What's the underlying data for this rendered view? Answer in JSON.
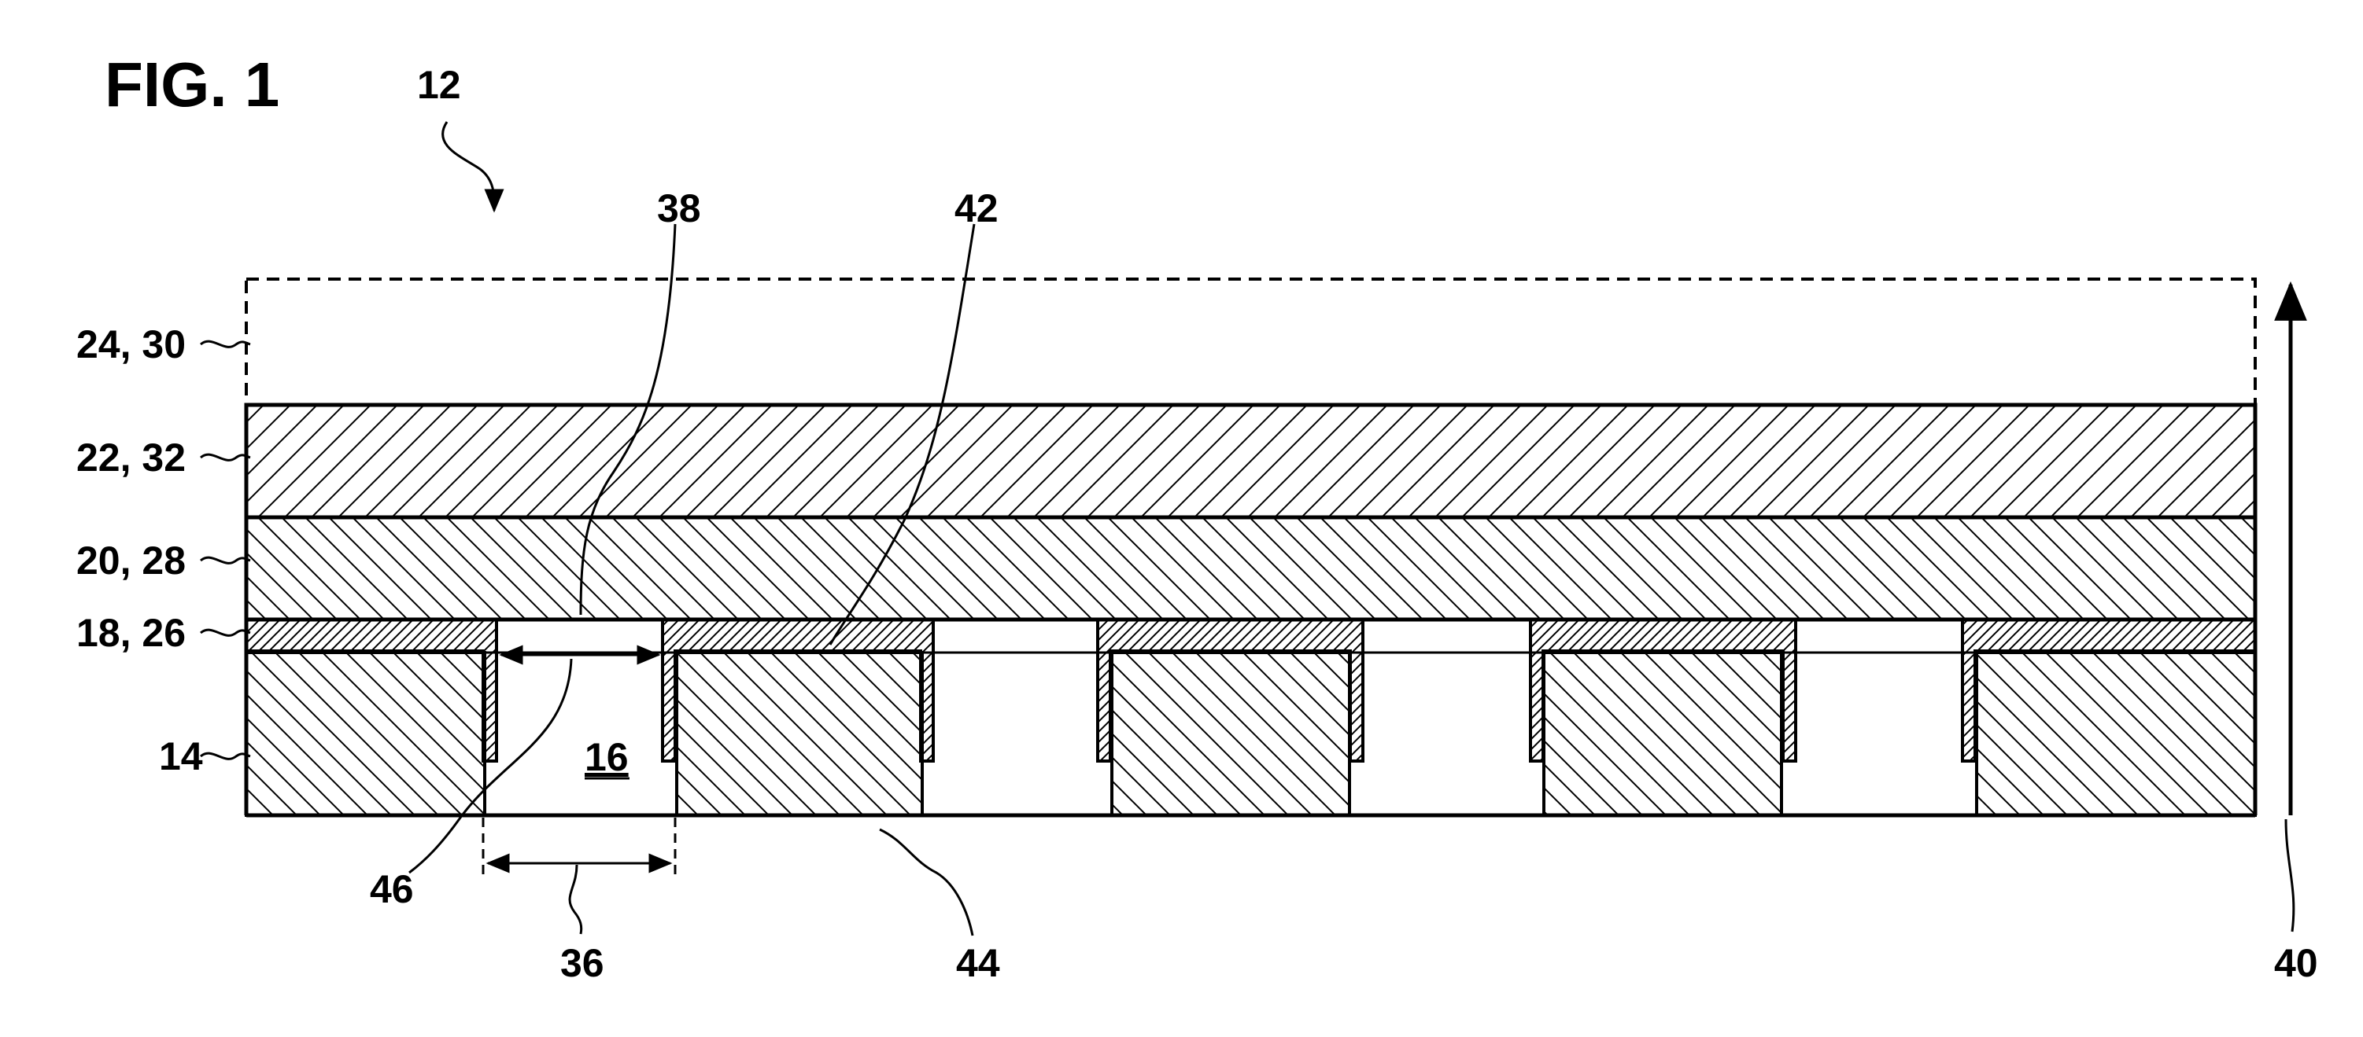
{
  "figure": {
    "title": "FIG. 1",
    "labels": {
      "ref_12": "12",
      "ref_24_30": "24, 30",
      "ref_22_32": "22, 32",
      "ref_20_28": "20, 28",
      "ref_18_26": "18, 26",
      "ref_14": "14",
      "ref_16": "16",
      "ref_38": "38",
      "ref_42": "42",
      "ref_46": "46",
      "ref_36": "36",
      "ref_44": "44",
      "ref_40": "40"
    }
  }
}
